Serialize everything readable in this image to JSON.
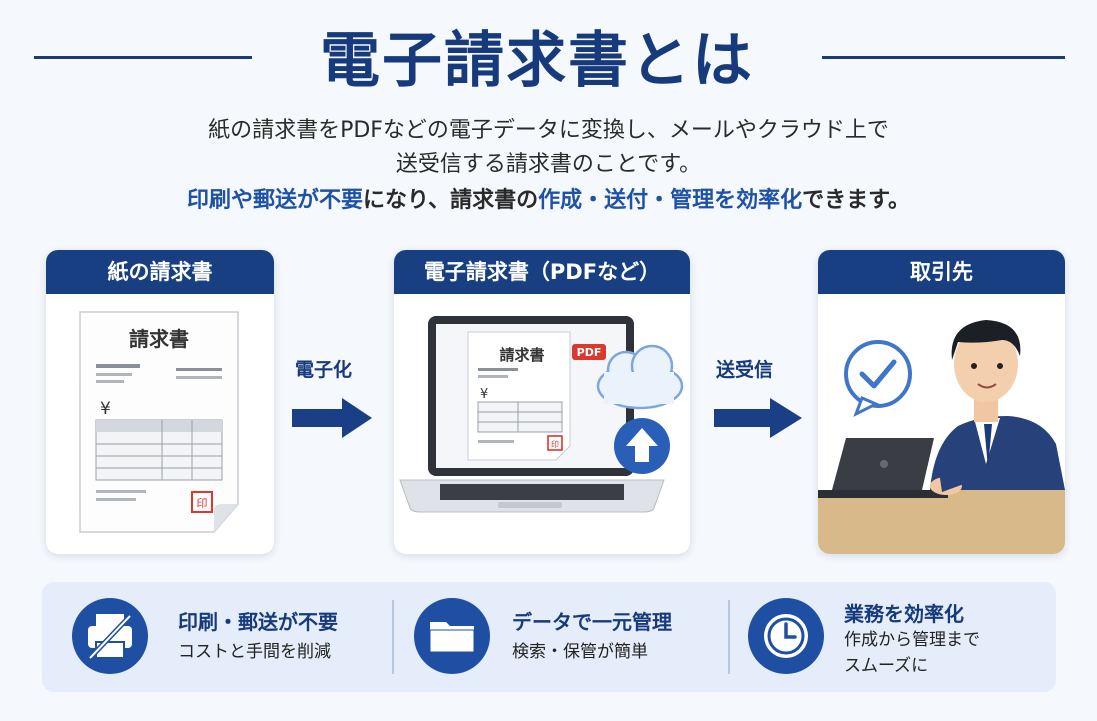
{
  "title": "電子請求書とは",
  "description": {
    "line1": "紙の請求書をPDFなどの電子データに変換し、メールやクラウド上で",
    "line2": "送受信する請求書のことです。",
    "line3_parts": [
      {
        "text": "印刷や郵送が不要",
        "highlight": true
      },
      {
        "text": "になり、請求書の",
        "highlight": false
      },
      {
        "text": "作成・送付・管理を効率化",
        "highlight": true
      },
      {
        "text": "できます。",
        "highlight": false
      }
    ]
  },
  "cards": {
    "paper": {
      "header": "紙の請求書",
      "doc_title": "請求書",
      "yen": "¥",
      "stamp": "印"
    },
    "electronic": {
      "header": "電子請求書（PDFなど）",
      "doc_title": "請求書",
      "badge": "PDF",
      "yen": "¥",
      "stamp": "印"
    },
    "partner": {
      "header": "取引先"
    }
  },
  "arrows": {
    "first": "電子化",
    "second": "送受信"
  },
  "features": [
    {
      "title": "印刷・郵送が不要",
      "sub1": "コストと手間を削減",
      "sub2": "",
      "icon": "printer-crossed-icon"
    },
    {
      "title": "データで一元管理",
      "sub1": "検索・保管が簡単",
      "sub2": "",
      "icon": "folder-icon"
    },
    {
      "title": "業務を効率化",
      "sub1": "作成から管理まで",
      "sub2": "スムーズに",
      "icon": "clock-icon"
    }
  ],
  "colors": {
    "navy": "#173a7c",
    "header": "#183f82",
    "accent_blue": "#1f52a6",
    "stamp_red": "#d9392f",
    "band": "#e4edf9"
  }
}
